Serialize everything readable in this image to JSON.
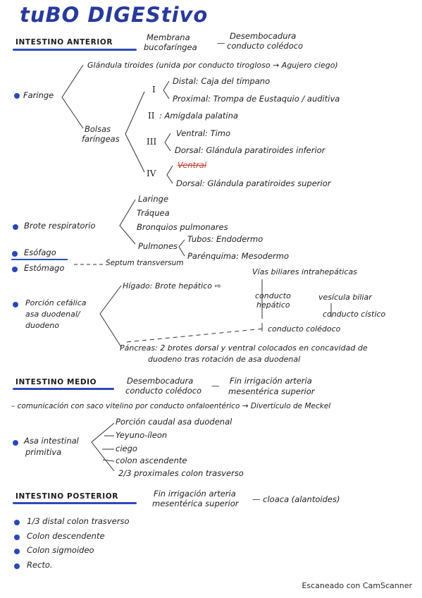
{
  "title": "tuBO DIGEStivo",
  "anterior": {
    "heading": "INTESTINO ANTERIOR",
    "note1": "Membrana",
    "note2": "bucofaríngea",
    "dash": "—",
    "note3": "Desembocadura",
    "note4": "conducto colédoco",
    "faringe": {
      "label": "Faringe",
      "glandula": "Glándula tiroides (unida por conducto tirogloso → Agujero ciego)",
      "bolsas1": "Bolsas",
      "bolsas2": "faríngeas",
      "b1": "I",
      "b1a": "Distal: Caja del tímpano",
      "b1b": "Proximal: Trompa de Eustaquio / auditiva",
      "b2": "II",
      "b2a": ": Amígdala palatina",
      "b3": "III",
      "b3a": "Ventral: Timo",
      "b3b": "Dorsal: Glándula paratiroides inferior",
      "b4": "IV",
      "b4a": "Ventral",
      "b4b": "Dorsal: Glándula paratiroides superior"
    },
    "brote": {
      "label": "Brote respiratorio",
      "laringe": "Laringe",
      "traquea": "Tráquea",
      "bronquios": "Bronquios pulmonares",
      "pulmones": "Pulmones",
      "tubos": "Tubos: Endodermo",
      "parenquima": "Parénquima: Mesodermo"
    },
    "esofago": "Esófago",
    "estomago": "Estómago",
    "septum": "Septum transversum",
    "porcion": {
      "label1": "Porción cefálica",
      "label2": "asa duodenal/",
      "label3": "duodeno",
      "higado": "Hígado: Brote hepático ⇨",
      "vias": "Vías biliares intrahepáticas",
      "conducto1": "conducto",
      "conducto2": "hepático",
      "vesicula": "vesícula biliar",
      "cistico": "conducto cístico",
      "coledoco": "conducto colédoco",
      "pancreas1": "Páncreas: 2 brotes dorsal y ventral colocados en concavidad de",
      "pancreas2": "duodeno tras rotación de asa duodenal"
    }
  },
  "medio": {
    "heading": "INTESTINO MEDIO",
    "note1": "Desembocadura",
    "note2": "conducto colédoco",
    "dash": "—",
    "note3": "Fin irrigación arteria",
    "note4": "mesentérica superior",
    "comunicacion": "– comunicación con saco vitelino por conducto onfaloentérico → Divertículo de Meckel",
    "asa1": "Asa intestinal",
    "asa2": "primitiva",
    "items": [
      "Porción caudal asa duodenal",
      "Yeyuno-íleon",
      "ciego",
      "colon ascendente",
      "2/3 proximales colon trasverso"
    ]
  },
  "posterior": {
    "heading": "INTESTINO POSTERIOR",
    "note1": "Fin irrigación arteria",
    "note2": "mesentérica superior",
    "note3": "— cloaca (alantoides)",
    "items": [
      "1/3 distal colon trasverso",
      "Colon descendente",
      "Colon sigmoideo",
      "Recto."
    ]
  },
  "watermark": "Escaneado con CamScanner"
}
